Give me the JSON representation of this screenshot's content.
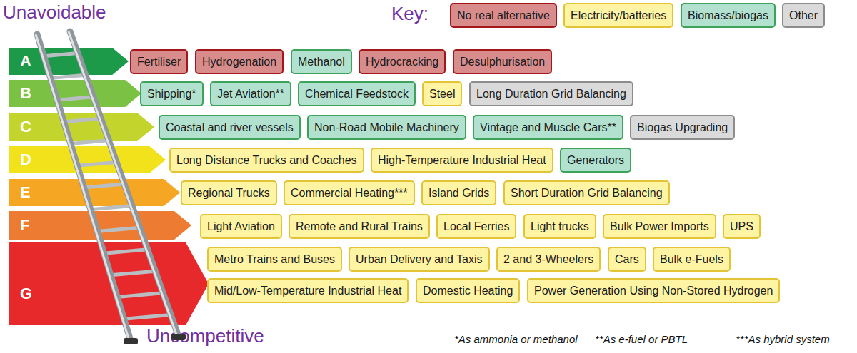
{
  "diagram": {
    "nodes": [
      {
        "text": [
          "A"
        ]
      },
      {
        "text": [
          "Fertiliser"
        ]
      },
      {
        "text": [
          "Hydrogenation"
        ]
      },
      {
        "text": [
          "Methanol"
        ]
      },
      {
        "text": [
          "Hydrocracking"
        ]
      },
      {
        "text": [
          "Desulphurisation"
        ]
      },
      {
        "text": [
          "B"
        ]
      },
      {
        "text": [
          "Shipping*"
        ]
      },
      {
        "text": [
          "Jet Aviation**"
        ]
      },
      {
        "text": [
          "Chemical Feedstock"
        ]
      },
      {
        "text": [
          "Steel"
        ]
      },
      {
        "text": [
          "Long Duration Grid Balancing"
        ]
      },
      {
        "text": [
          "C"
        ]
      },
      {
        "text": [
          "Coastal and river vessels"
        ]
      },
      {
        "text": [
          "Non-Road Mobile Machinery"
        ]
      },
      {
        "text": [
          "Vintage and Muscle Cars**"
        ]
      },
      {
        "text": [
          "Biogas Upgrading"
        ]
      },
      {
        "text": [
          "D"
        ]
      },
      {
        "text": [
          "Long Distance Trucks and Coaches"
        ]
      },
      {
        "text": [
          "High-Temperature Industrial Heat"
        ]
      },
      {
        "text": [
          "Generators"
        ]
      },
      {
        "text": [
          "E"
        ]
      },
      {
        "text": [
          "Regional Trucks"
        ]
      },
      {
        "text": [
          "Commercial Heating***"
        ]
      },
      {
        "text": [
          "Island Grids"
        ]
      },
      {
        "text": [
          "Short Duration Grid Balancing"
        ]
      },
      {
        "text": [
          "F"
        ]
      },
      {
        "text": [
          "Light Aviation"
        ]
      },
      {
        "text": [
          "Remote and Rural Trains"
        ]
      },
      {
        "text": [
          "Local Ferries"
        ]
      },
      {
        "text": [
          "Light trucks"
        ]
      },
      {
        "text": [
          "Bulk Power Imports"
        ]
      },
      {
        "text": [
          "UPS"
        ]
      },
      {
        "text": [
          "G"
        ]
      },
      {
        "text": [
          "Metro Trains and Buses"
        ]
      },
      {
        "text": [
          "Urban Delivery and Taxis"
        ]
      },
      {
        "text": [
          "2 and 3-Wheelers"
        ]
      },
      {
        "text": [
          "Cars"
        ]
      },
      {
        "text": [
          "Bulk e-Fuels"
        ]
      },
      {
        "text": [
          "Mid/Low-Temperature Industrial Heat"
        ]
      },
      {
        "text": [
          "Domestic Heating"
        ]
      },
      {
        "text": [
          "Power Generation Using Non-Stored Hydrogen"
        ]
      }
    ],
    "labels": [
      "Unavoidable",
      "Key:",
      "Uncompetitive",
      "*As ammonia or methanol",
      "**As e-fuel or PBTL",
      "***As hybrid system"
    ],
    "legend": [
      {
        "text": "No real alternative",
        "color": "#d98c8c"
      },
      {
        "text": "Electricity/batteries",
        "color": "#fff4a3"
      },
      {
        "text": "Biomass/biogas",
        "color": "#b2e2cf"
      },
      {
        "text": "Other",
        "color": "#dadada"
      }
    ]
  }
}
